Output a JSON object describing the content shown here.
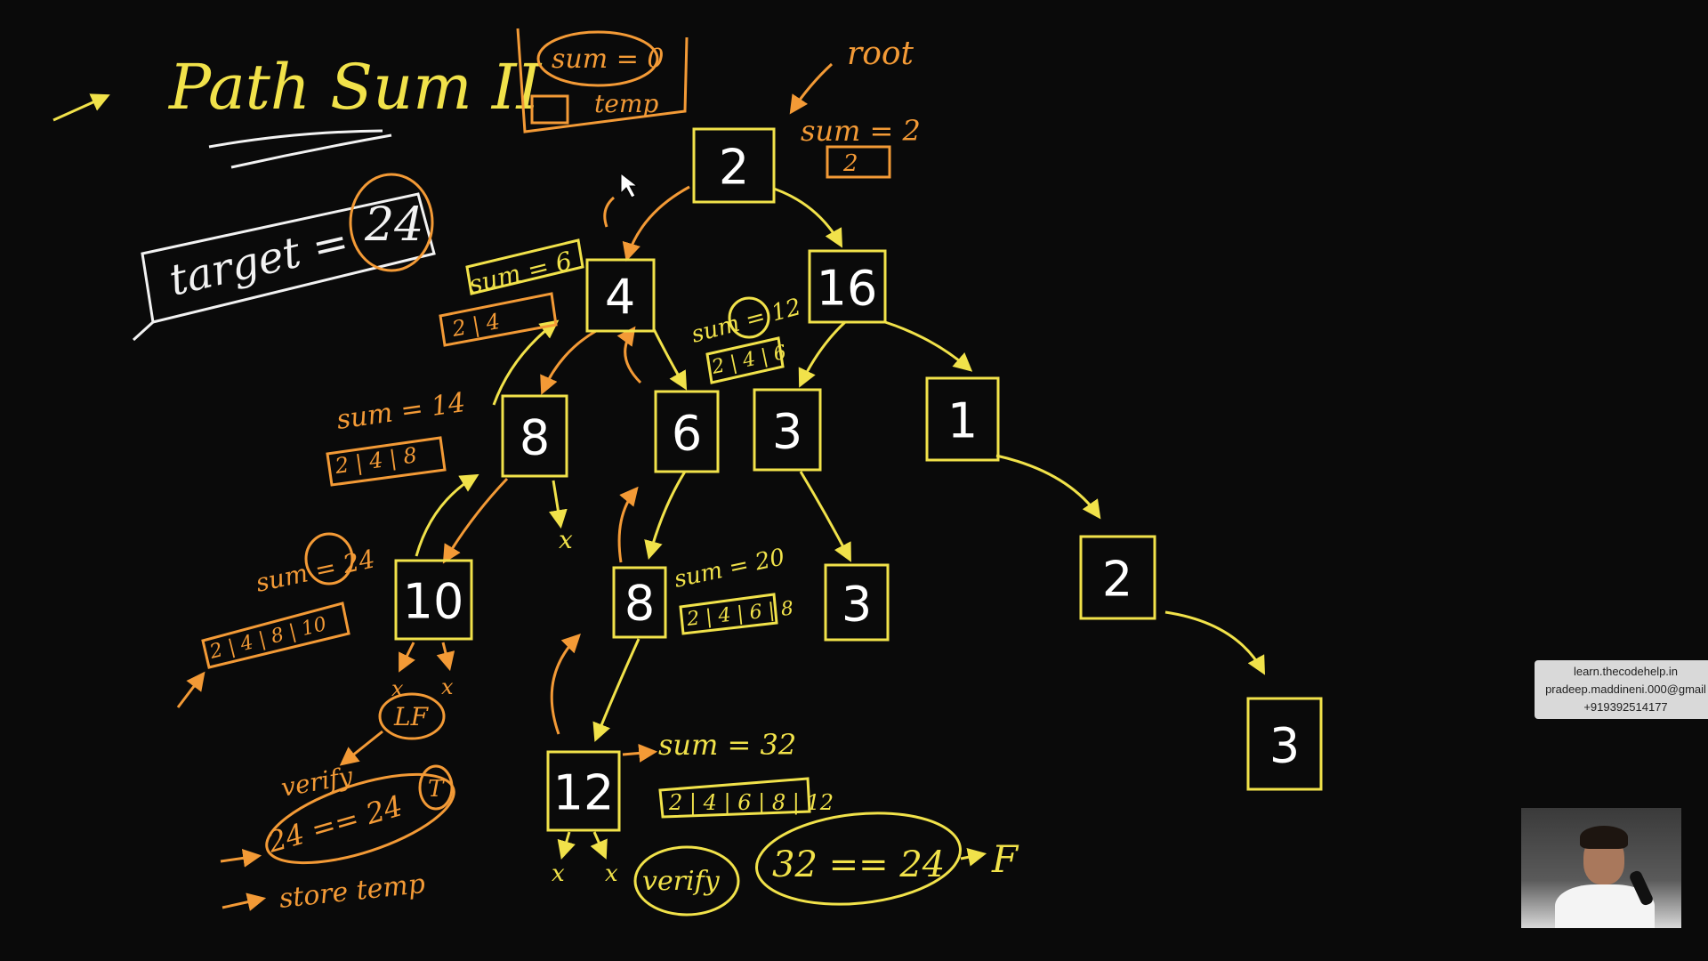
{
  "title": "Path Sum II",
  "target_label": "target =",
  "target_value": "24",
  "init_box": {
    "sum": "sum = 0",
    "temp": "temp"
  },
  "root_label": "root",
  "nodes": [
    {
      "id": "n1",
      "value": "2"
    },
    {
      "id": "n2",
      "value": "4"
    },
    {
      "id": "n3",
      "value": "16"
    },
    {
      "id": "n4",
      "value": "8"
    },
    {
      "id": "n5",
      "value": "6"
    },
    {
      "id": "n6",
      "value": "3"
    },
    {
      "id": "n7",
      "value": "1"
    },
    {
      "id": "n8",
      "value": "10"
    },
    {
      "id": "n9",
      "value": "8"
    },
    {
      "id": "n10",
      "value": "3"
    },
    {
      "id": "n11",
      "value": "2"
    },
    {
      "id": "n12",
      "value": "12"
    },
    {
      "id": "n13",
      "value": "3"
    }
  ],
  "annotations": {
    "root_sum": "sum = 2",
    "root_arr": "2",
    "n4_sum": "sum = 6",
    "n4_arr": "2 | 4",
    "n6_sum": "sum = 12",
    "n6_arr": "2 | 4 | 6",
    "n8_sum": "sum = 14",
    "n8_arr": "2 | 4 | 8",
    "n10_sum": "sum = 24",
    "n10_arr": "2 | 4 | 8 | 10",
    "n8b_sum": "sum = 20",
    "n8b_arr": "2 | 4 | 6 | 8",
    "n12_sum": "sum = 32",
    "n12_arr": "2 | 4 | 6 | 8 | 12",
    "lf": "LF",
    "verify": "verify",
    "check_true": "24 == 24",
    "true_mark": "T",
    "store": "store temp",
    "verify2": "verify",
    "check_false": "32 == 24",
    "false_mark": "F",
    "null_mark": "x"
  },
  "watermark": {
    "line1": "learn.thecodehelp.in",
    "line2": "pradeep.maddineni.000@gmail",
    "line3": "+919392514177"
  },
  "colors": {
    "background": "#0a0a0a",
    "tree_ink": "#f1e24a",
    "annotation_ink": "#f39a36",
    "title_ink": "#f1e24a",
    "white_ink": "#f2f2f2"
  }
}
